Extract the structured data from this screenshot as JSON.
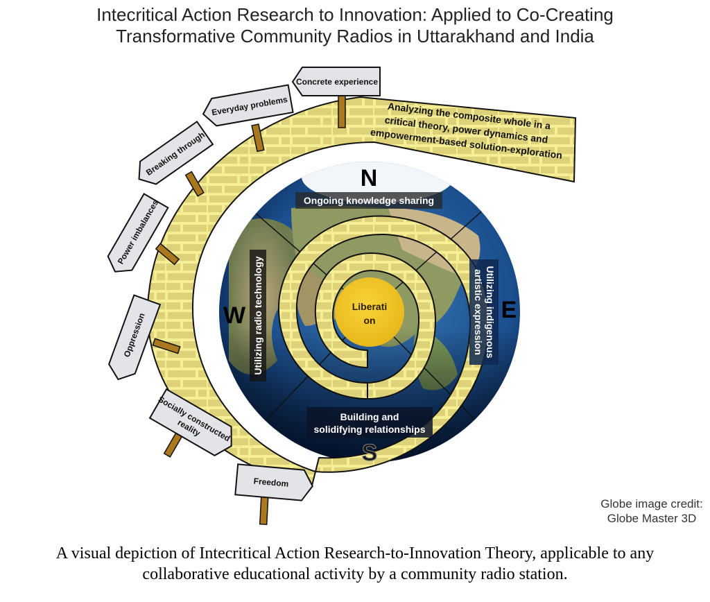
{
  "header": {
    "title_line1": "Intecritical Action Research to Innovation: Applied to Co-Creating",
    "title_line2": "Transformative Community Radios in Uttarakhand and India"
  },
  "diagram": {
    "banner": {
      "line1": "Analyzing the composite whole in a",
      "line2": "critical theory, power dynamics and",
      "line3": "empowerment-based solution-exploration"
    },
    "signposts": [
      {
        "label": "Concrete experience"
      },
      {
        "label": "Everyday problems"
      },
      {
        "label": "Breaking through"
      },
      {
        "label": "Power imbalances"
      },
      {
        "label": "Oppression"
      },
      {
        "label": "Socially constructed",
        "label2": "reality"
      },
      {
        "label": "Freedom"
      }
    ],
    "globe": {
      "compass": {
        "north": "N",
        "south": "S",
        "east": "E",
        "west": "W"
      },
      "quadrants": {
        "north": "Ongoing knowledge sharing",
        "west": "Utilizing radio technology",
        "east_line1": "Utilizing indigenous",
        "east_line2": "artistic expression",
        "south_line1": "Building and",
        "south_line2": "solidifying relationships"
      },
      "center_line1": "Liberati",
      "center_line2": "on"
    },
    "colors": {
      "brick_yellow": "#efe58a",
      "brick_mortar": "#f7f19e",
      "center_gold": "#f2c624",
      "ocean": "#1c4f8f",
      "sign_fill": "#e3e4e8",
      "post_brown": "#a9781f"
    }
  },
  "credit": {
    "line1": "Globe image credit:",
    "line2": "Globe Master 3D"
  },
  "caption": {
    "line1": "A visual depiction of Intecritical Action Research-to-Innovation Theory, applicable to any",
    "line2": "collaborative educational activity by a community radio station."
  }
}
